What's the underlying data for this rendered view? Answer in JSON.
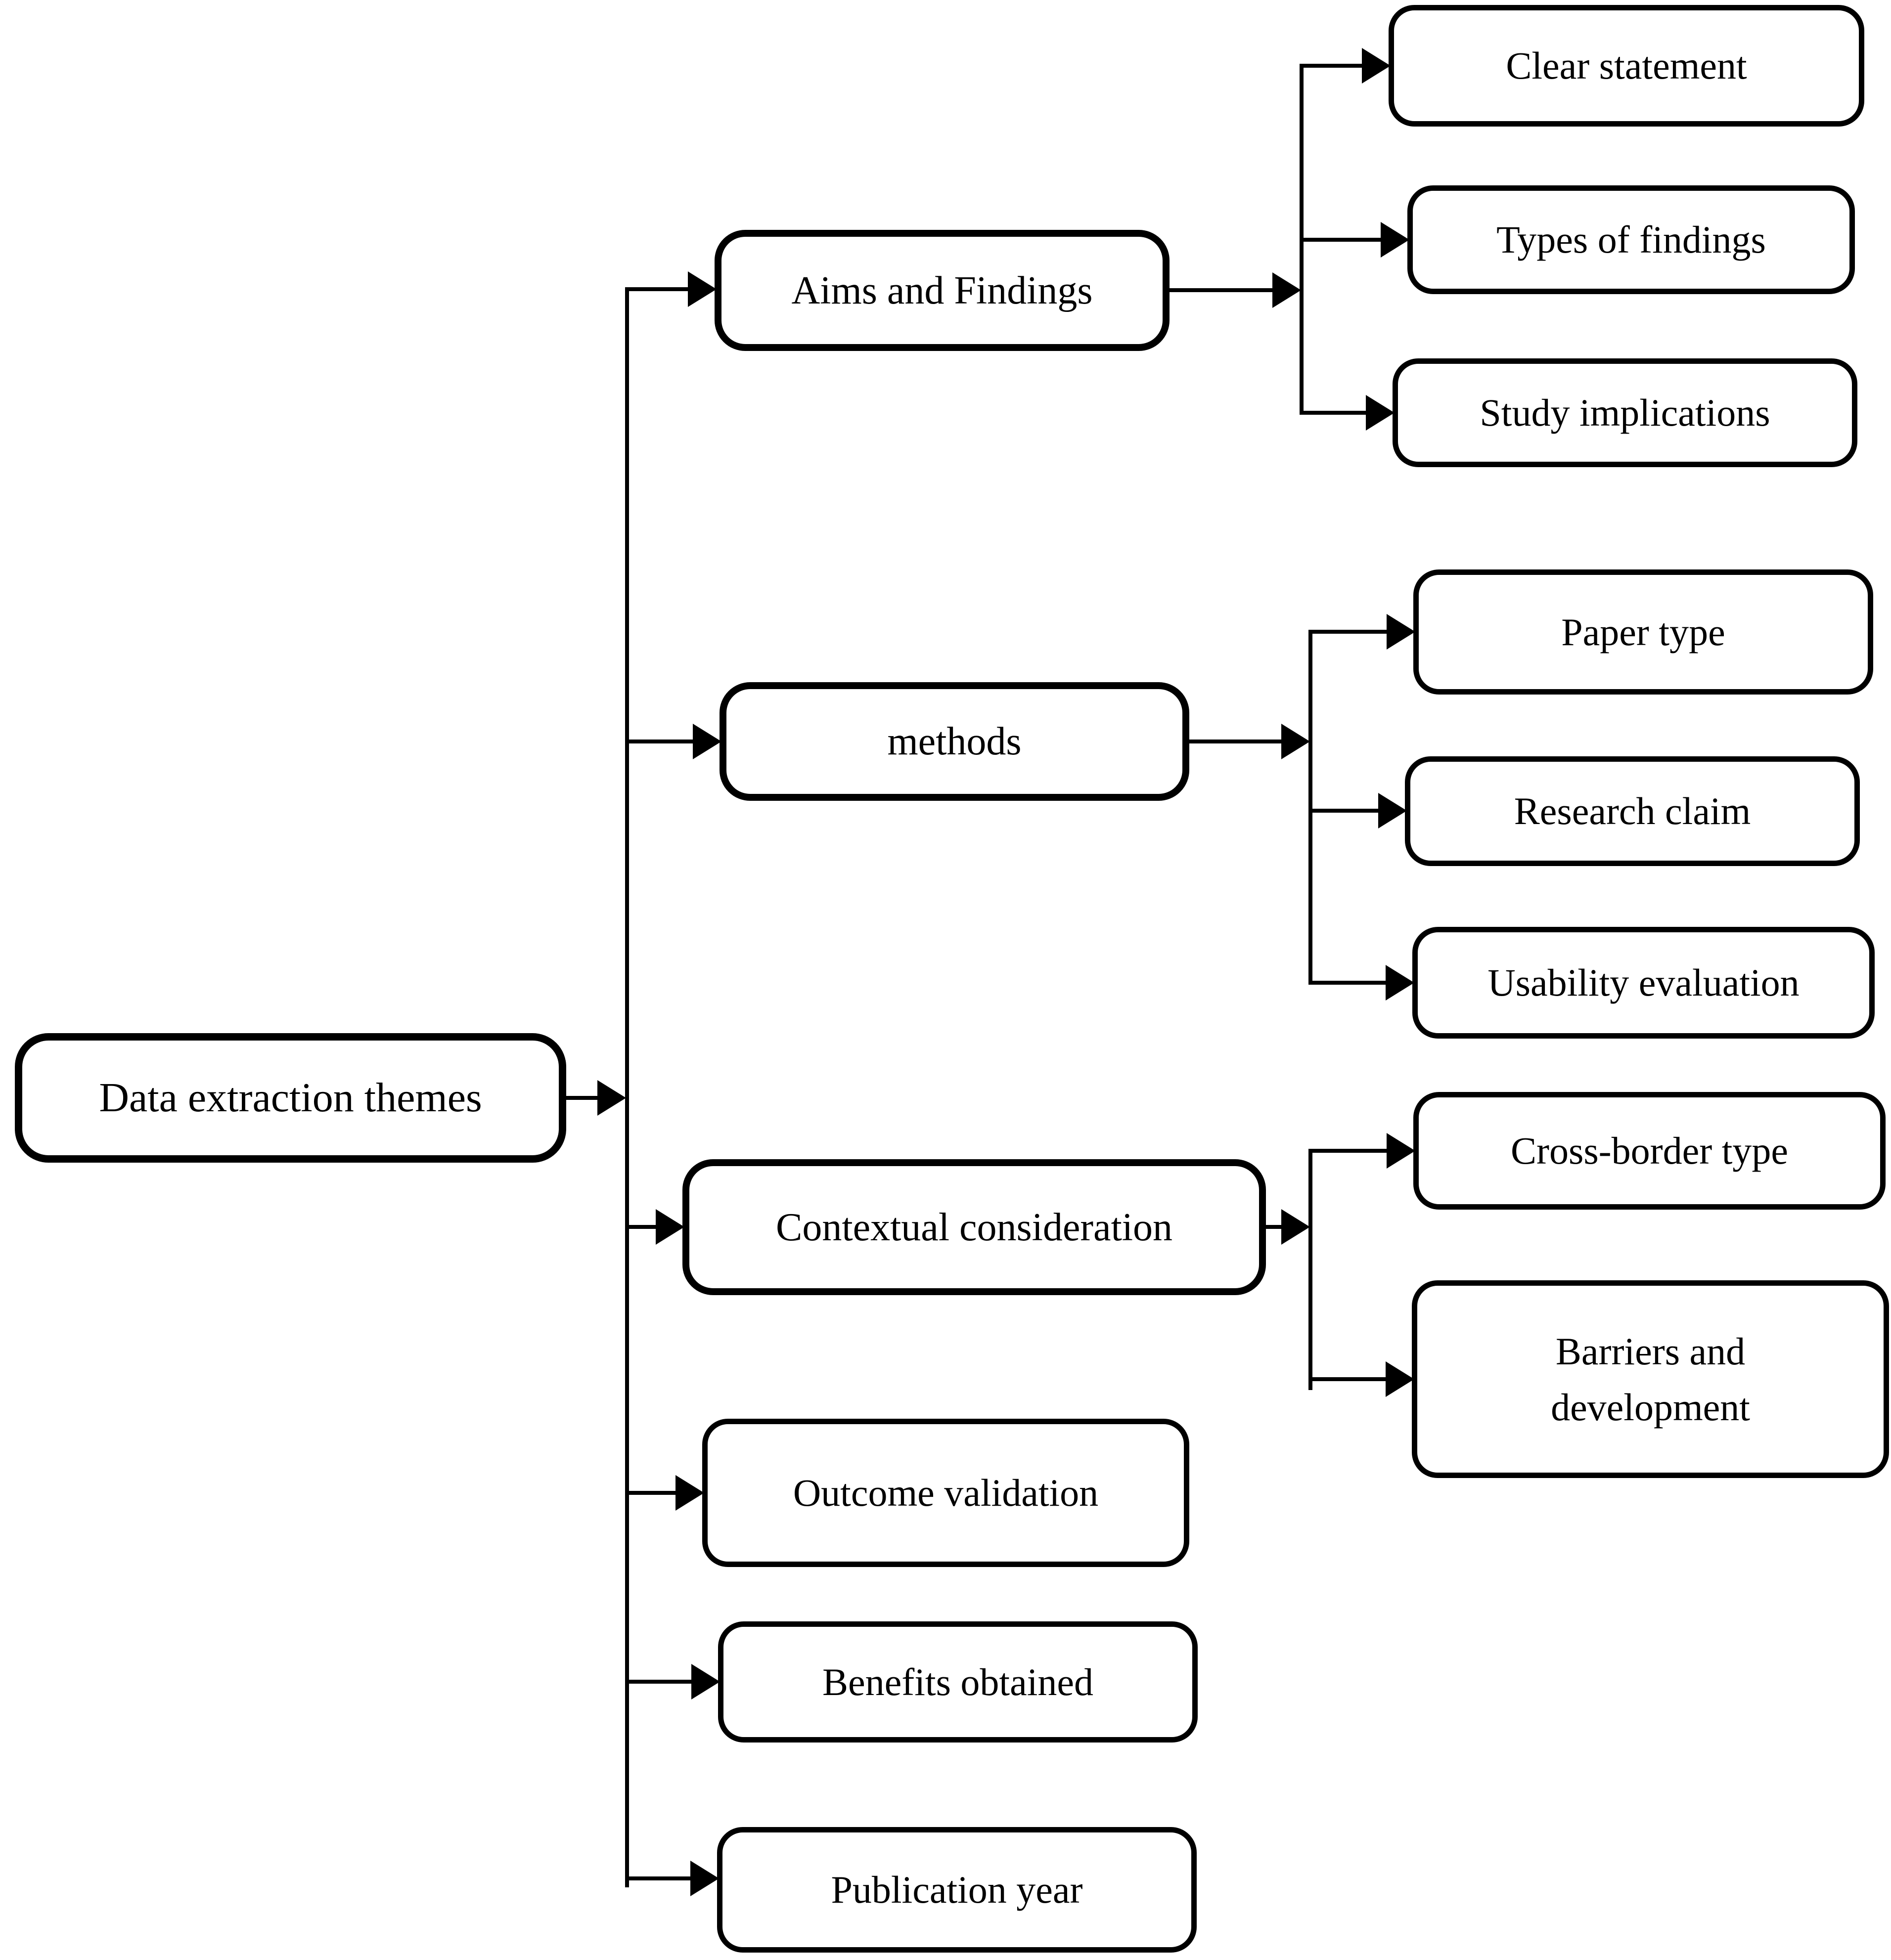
{
  "diagram": {
    "title": "Data extraction themes tree diagram",
    "colors": {
      "ink": "#000000",
      "background": "#ffffff"
    },
    "root": {
      "label": "Data extraction themes"
    },
    "themes": [
      {
        "label": "Aims and Findings",
        "children": [
          {
            "label": "Clear statement"
          },
          {
            "label": "Types of findings"
          },
          {
            "label": "Study implications"
          }
        ]
      },
      {
        "label": "methods",
        "children": [
          {
            "label": "Paper type"
          },
          {
            "label": "Research claim"
          },
          {
            "label": "Usability evaluation"
          }
        ]
      },
      {
        "label": "Contextual consideration",
        "children": [
          {
            "label": "Cross-border type"
          },
          {
            "label": "Barriers and development"
          }
        ]
      },
      {
        "label": "Outcome validation",
        "children": []
      },
      {
        "label": "Benefits obtained",
        "children": []
      },
      {
        "label": "Publication year",
        "children": []
      }
    ]
  }
}
